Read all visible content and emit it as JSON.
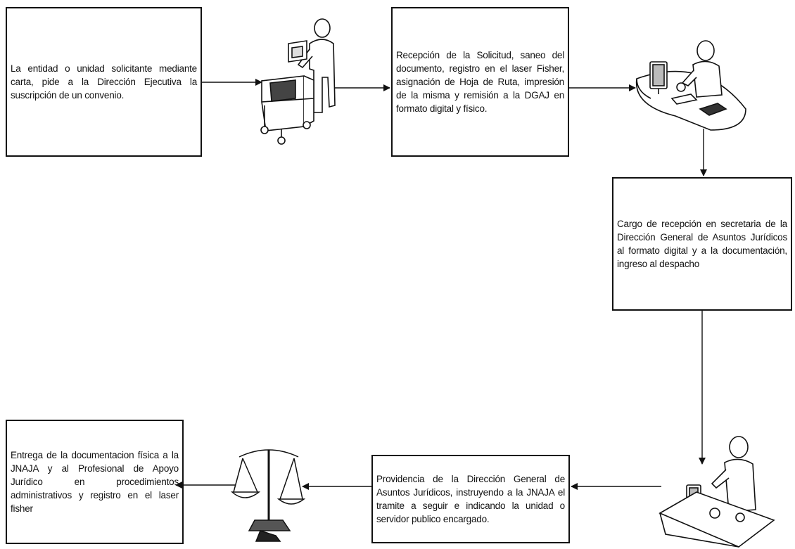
{
  "steps": [
    {
      "text": "La entidad o unidad solicitante mediante carta, pide a la Dirección Ejecutiva la suscripción de un convenio."
    },
    {
      "text": "Recepción de la Solicitud, saneo del documento, registro en el laser Fisher, asignación de Hoja de Ruta, impresión de la misma y remisión a la DGAJ en formato digital y físico."
    },
    {
      "text": "Cargo de recepción en secretaria de la Dirección General de Asuntos Jurídicos al formato digital y a la documentación, ingreso al despacho"
    },
    {
      "text": "Providencia de la Dirección General de Asuntos Jurídicos, instruyendo a la JNAJA el tramite a seguir e indicando la unidad o servidor publico encargado."
    },
    {
      "text": "Entrega de la documentacion física a la JNAJA y al Profesional de Apoyo Jurídico en procedimientos administrativos y registro en el laser fisher"
    }
  ],
  "icons": [
    "mail-cart-clerk-icon",
    "desk-computer-worker-icon",
    "desk-computer-worker-icon",
    "scales-of-justice-icon"
  ]
}
